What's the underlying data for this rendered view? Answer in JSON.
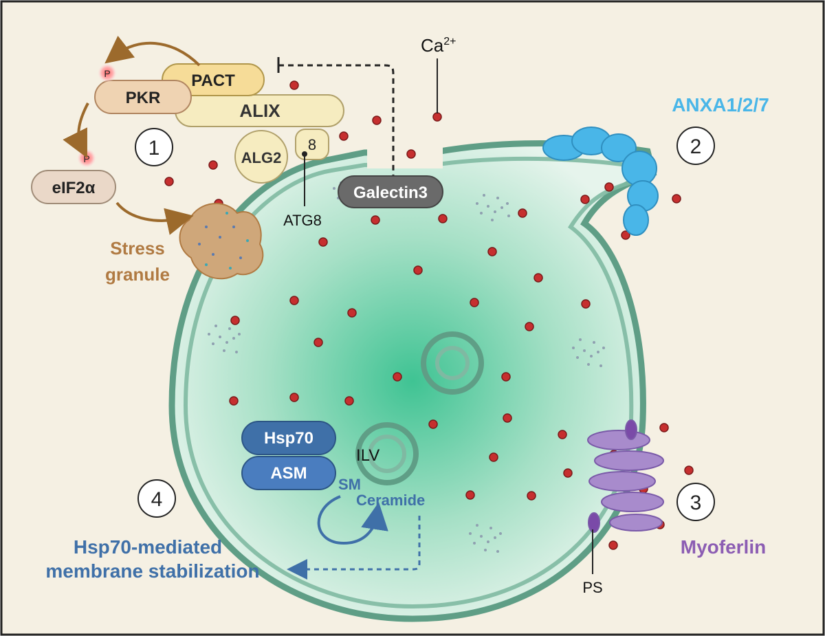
{
  "colors": {
    "background": "#f5f0e3",
    "border": "#222222",
    "membrane": "#5f9e86",
    "lumen": "#3fc393",
    "calcium": "#c62f2f",
    "anxa": "#49b6e8",
    "myoferlin": "#8c5db3",
    "hsp": "#3f70a8",
    "stress": "#b07a42",
    "arrow_brown": "#9c6a2c"
  },
  "icons": [
    "calcium-ion-icon",
    "annexin-protein-icon",
    "myoferlin-protein-icon",
    "stress-granule-icon",
    "esrcrt-filament-icon"
  ],
  "labels": {
    "pkr": "PKR",
    "pact": "PACT",
    "alix": "ALIX",
    "alg2": "ALG2",
    "atg8_box": "8",
    "atg8": "ATG8",
    "eif2a": "eIF2α",
    "phospho": "P",
    "stress_granule_line1": "Stress",
    "stress_granule_line2": "granule",
    "galectin3": "Galectin3",
    "calcium_base": "Ca",
    "calcium_sup": "2+",
    "anxa": "ANXA1/2/7",
    "hsp70": "Hsp70",
    "asm": "ASM",
    "ilv": "ILV",
    "sm": "SM",
    "ceramide": "Ceramide",
    "hsp_mech_line1": "Hsp70-mediated",
    "hsp_mech_line2": "membrane stabilization",
    "myoferlin": "Myoferlin",
    "ps": "PS",
    "num1": "1",
    "num2": "2",
    "num3": "3",
    "num4": "4"
  }
}
